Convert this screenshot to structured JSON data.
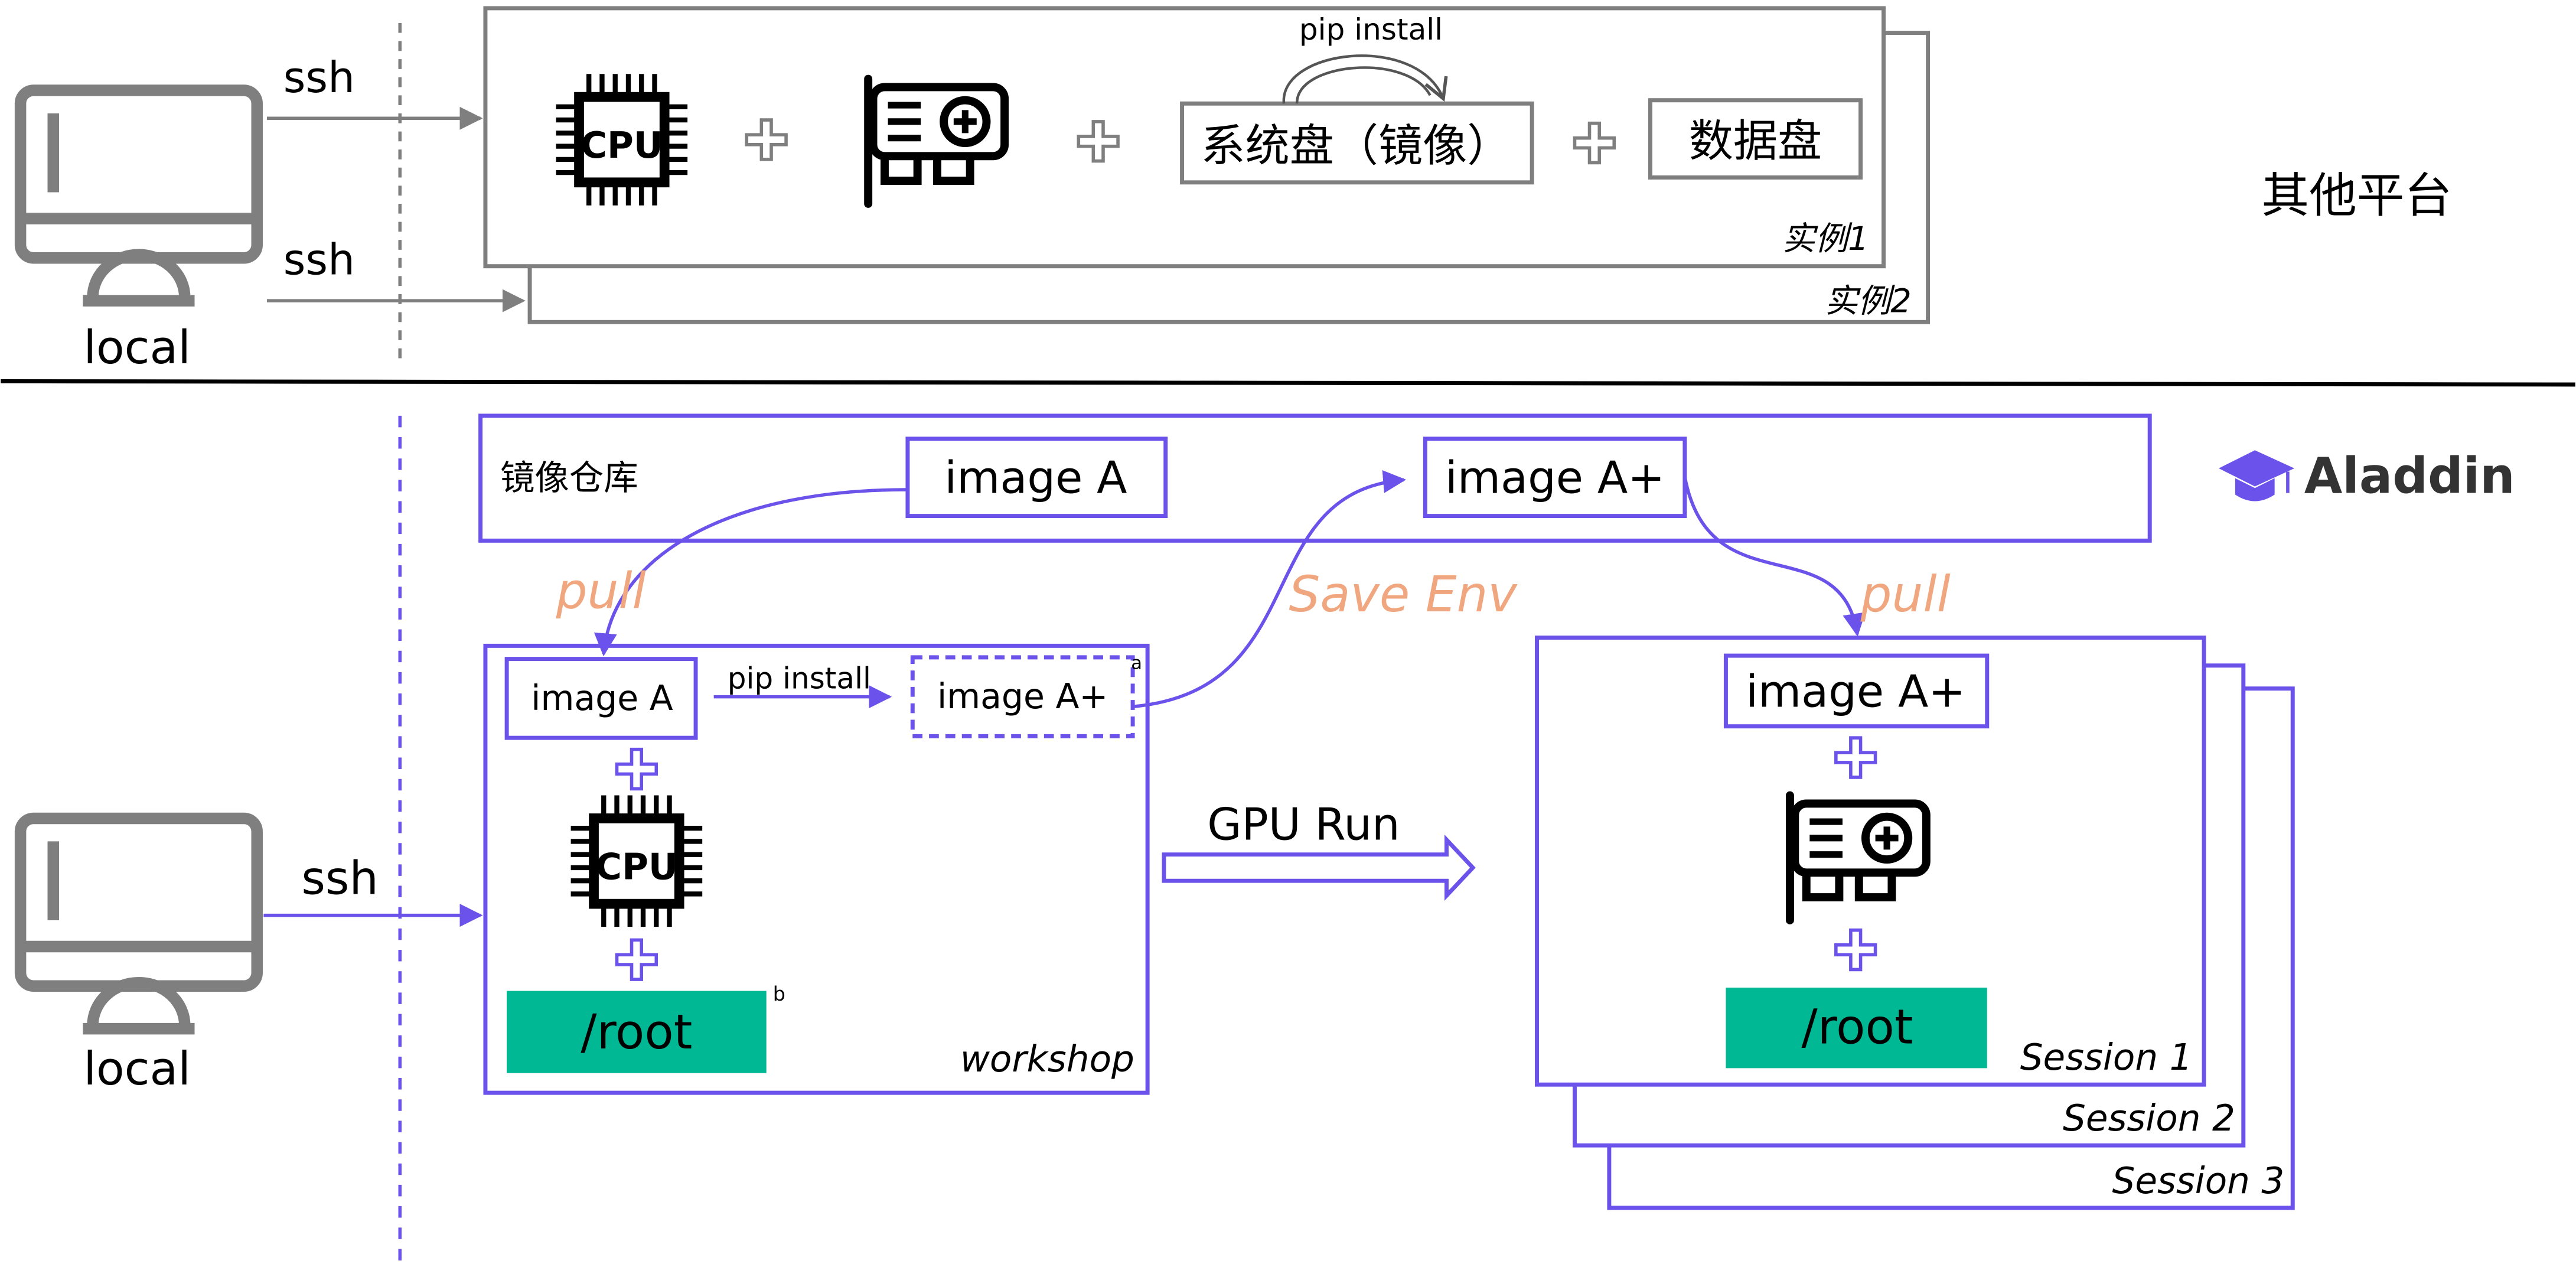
{
  "colors": {
    "gray": "#7f7f7f",
    "dark_gray": "#555555",
    "purple": "#6a52ea",
    "orange": "#f0a77f",
    "green": "#00b894",
    "black": "#000000"
  },
  "top": {
    "ssh_label_1": "ssh",
    "ssh_label_2": "ssh",
    "local_label": "local",
    "pip_install": "pip install",
    "system_disk": "系统盘（镜像）",
    "data_disk": "数据盘",
    "instance_1": "实例1",
    "instance_2": "实例2",
    "platform_label": "其他平台",
    "cpu_label": "CPU",
    "icons": [
      "monitor-icon",
      "cpu-icon",
      "gpu-card-icon",
      "plus-icon",
      "curved-arrow-icon"
    ]
  },
  "bottom": {
    "ssh_label": "ssh",
    "local_label": "local",
    "registry_label": "镜像仓库",
    "registry_image_a": "image A",
    "registry_image_a_plus": "image A+",
    "pull_left": "pull",
    "save_env": "Save Env",
    "pull_right": "pull",
    "workshop_image_a": "image A",
    "workshop_pip_install": "pip install",
    "workshop_image_a_plus": "image A+",
    "superscript_a": "a",
    "superscript_b": "b",
    "cpu_label": "CPU",
    "workshop_root": "/root",
    "workshop_label": "workshop",
    "gpu_run": "GPU Run",
    "session_image_a_plus": "image A+",
    "session_root": "/root",
    "session_1": "Session 1",
    "session_2": "Session 2",
    "session_3": "Session 3",
    "brand_name": "Aladdin",
    "icons": [
      "monitor-icon",
      "cpu-icon",
      "gpu-card-icon",
      "plus-icon",
      "graduation-cap-icon",
      "hollow-arrow-icon"
    ]
  }
}
